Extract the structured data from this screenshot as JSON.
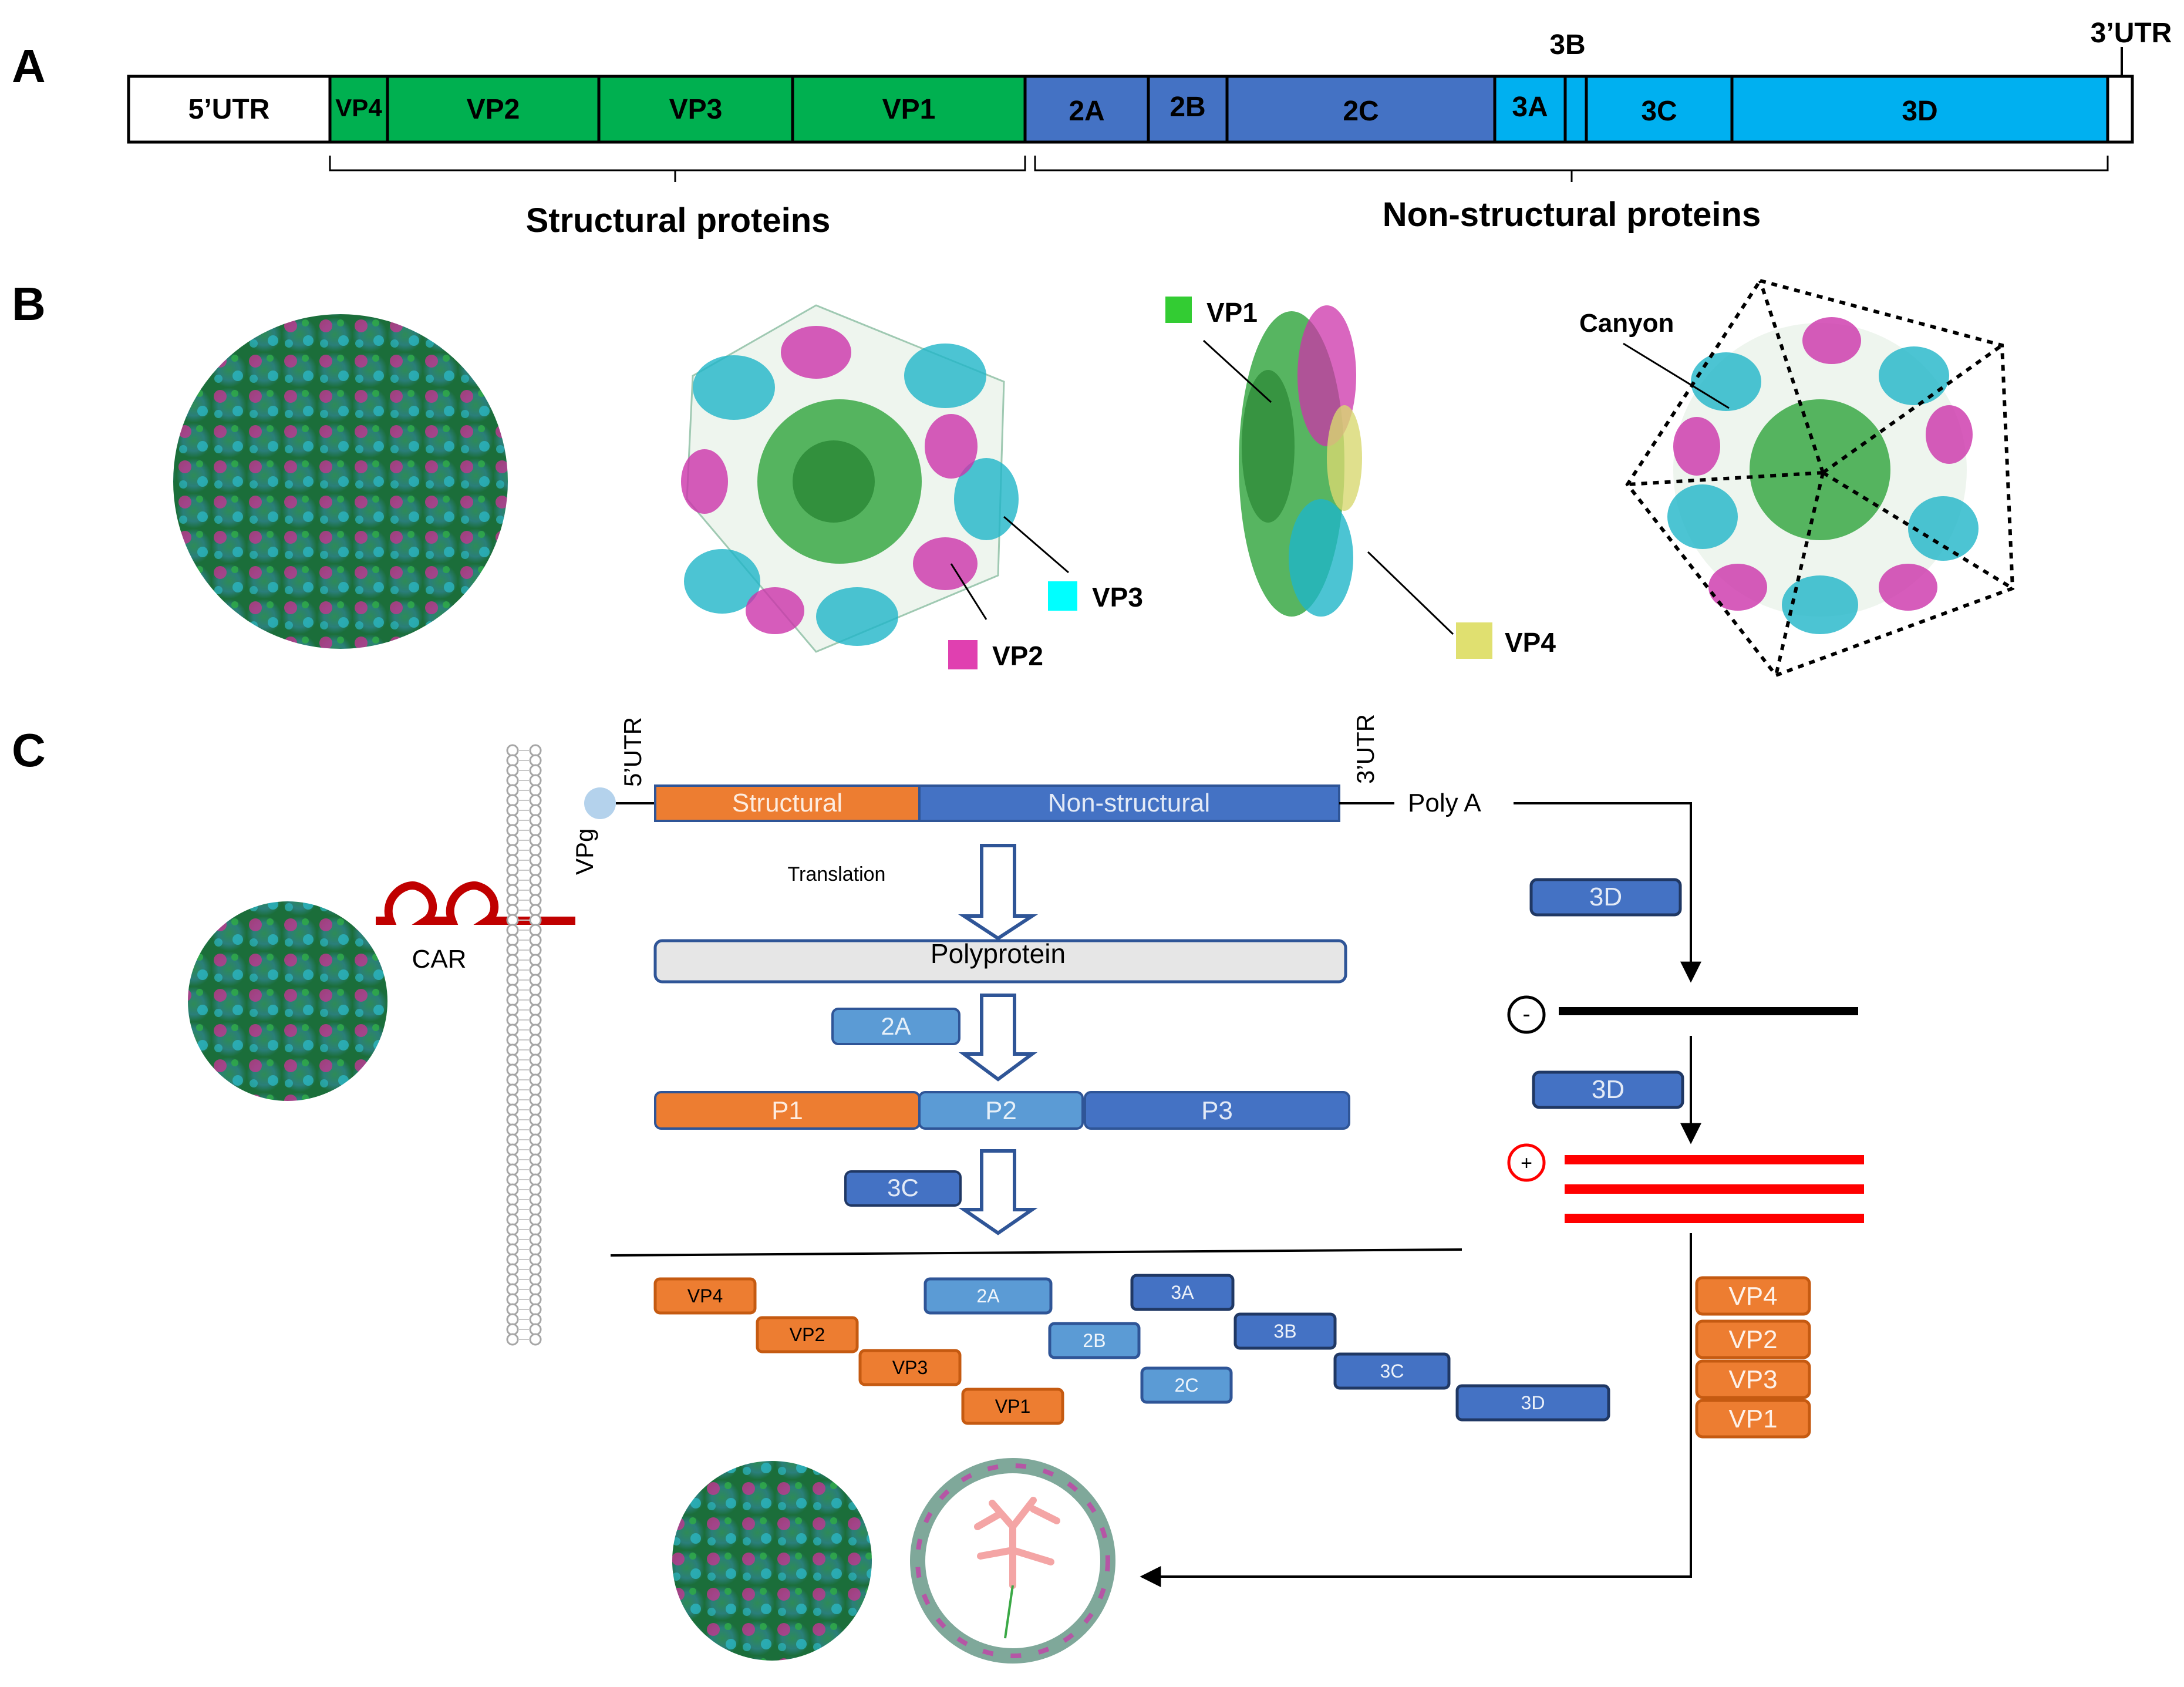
{
  "panel_labels": {
    "a": "A",
    "b": "B",
    "c": "C"
  },
  "genome": {
    "segments": [
      "5’UTR",
      "VP4",
      "VP2",
      "VP3",
      "VP1",
      "2A",
      "2B",
      "2C",
      "3A",
      "3C",
      "3D"
    ],
    "label_3b": "3B",
    "label_3utr": "3’UTR",
    "structural_label": "Structural proteins",
    "nonstructural_label": "Non-structural proteins"
  },
  "structures": {
    "vp1": "VP1",
    "vp2": "VP2",
    "vp3": "VP3",
    "vp4": "VP4",
    "canyon": "Canyon"
  },
  "cycle": {
    "car": "CAR",
    "vpg": "VPg",
    "utr5": "5’UTR",
    "utr3": "3’UTR",
    "structural": "Structural",
    "nonstructural": "Non-structural",
    "polya": "Poly A",
    "translation": "Translation",
    "polyprotein": "Polyprotein",
    "p_2a": "2A",
    "p1": "P1",
    "p2": "P2",
    "p3": "P3",
    "p_3c": "3C",
    "products": [
      "VP4",
      "VP2",
      "VP3",
      "VP1",
      "2A",
      "2B",
      "2C",
      "3A",
      "3B",
      "3C",
      "3D"
    ],
    "rep_3d_1": "3D",
    "rep_3d_2": "3D",
    "minus": "-",
    "plus": "+",
    "caps": [
      "VP4",
      "VP2",
      "VP3",
      "VP1"
    ]
  },
  "colors": {
    "green": "#00b050",
    "blue_dark": "#4472c4",
    "cyan": "#00b0f0",
    "orange": "#ed7d31",
    "light_blue": "#5b9bd5",
    "magenta": "#cc33aa",
    "teal": "#1fb5c8",
    "red": "#ff0000",
    "dark_red": "#c00000"
  }
}
